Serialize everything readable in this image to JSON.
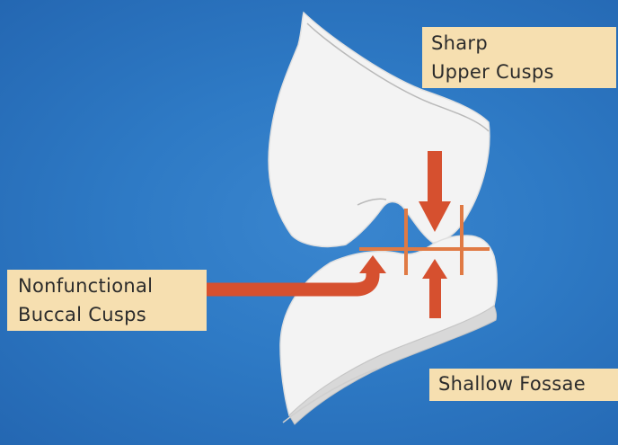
{
  "labels": {
    "sharp_upper_cusps": [
      "Sharp",
      "Upper Cusps"
    ],
    "nonfunctional_buccal_cusps": [
      "Nonfunctional",
      "Buccal Cusps"
    ],
    "shallow_fossae": "Shallow Fossae"
  },
  "colors": {
    "background": "#2e7ac5",
    "tooth": "#f3f3f3",
    "arrow": "#d6502f",
    "label_bg": "#f6dfb0"
  }
}
